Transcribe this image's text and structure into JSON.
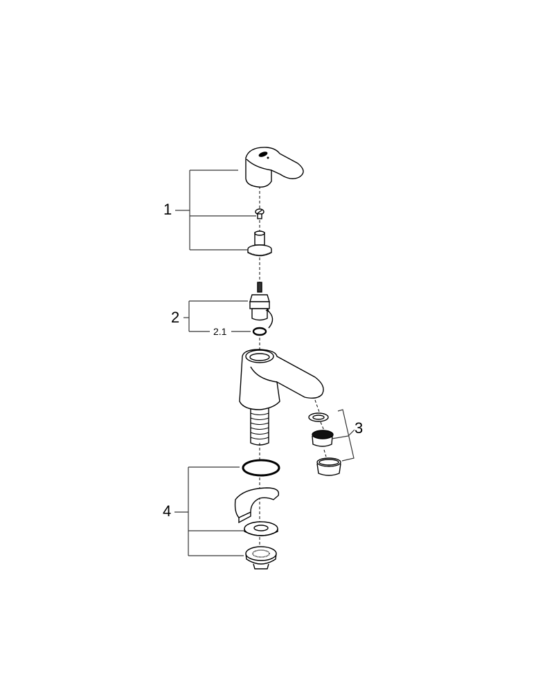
{
  "diagram": {
    "type": "exploded-parts-view",
    "subject": "basin tap",
    "callouts": [
      {
        "id": "1",
        "label": "1",
        "parts": [
          "lever handle",
          "handle screw",
          "handle adapter"
        ]
      },
      {
        "id": "2",
        "label": "2",
        "parts": [
          "headpart cartridge"
        ]
      },
      {
        "id": "2.1",
        "label": "2.1",
        "parts": [
          "o-ring"
        ]
      },
      {
        "id": "3",
        "label": "3",
        "parts": [
          "aerator washer",
          "aerator insert",
          "aerator housing"
        ]
      },
      {
        "id": "4",
        "label": "4",
        "parts": [
          "o-ring",
          "horseshoe washer",
          "flat washer",
          "fixing nut"
        ]
      }
    ],
    "colors": {
      "line": "#000000",
      "background": "#ffffff",
      "bracket": "#555555"
    }
  }
}
